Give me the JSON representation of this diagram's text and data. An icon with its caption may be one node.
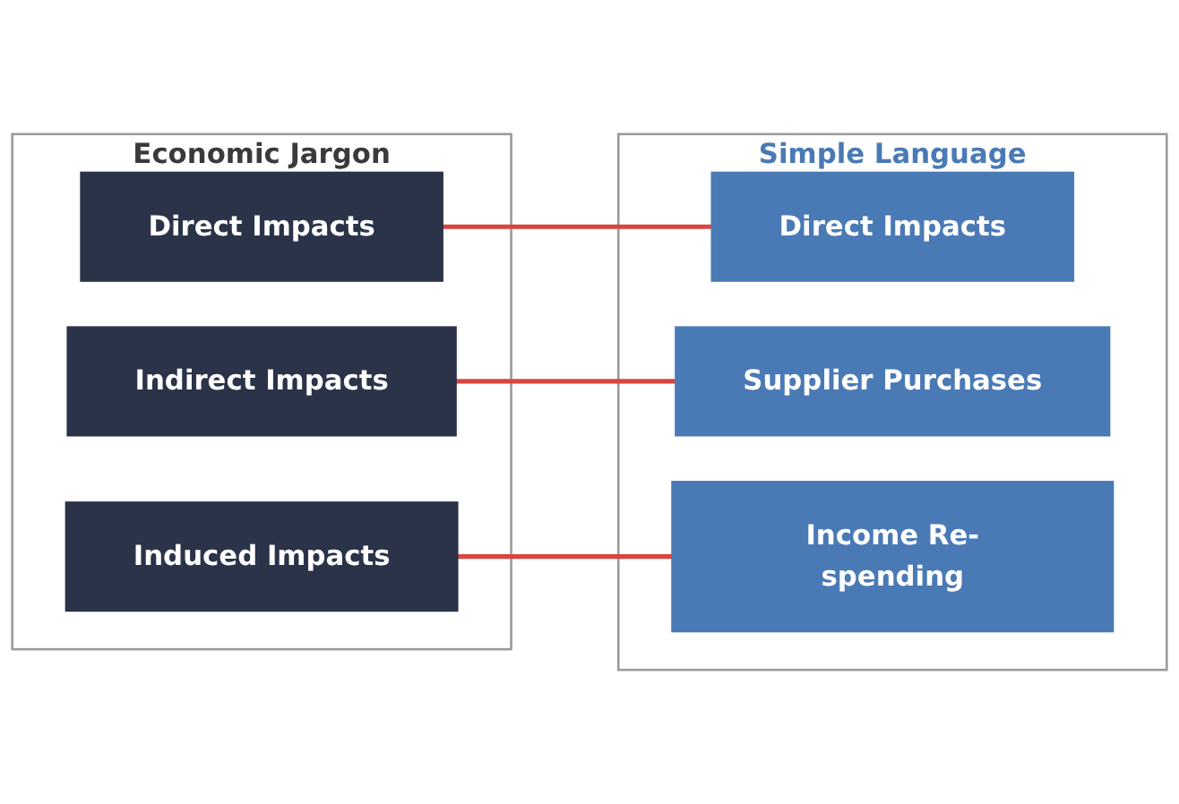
{
  "diagram": {
    "nodes": [
      {
        "text": [
          "Economic Jargon"
        ]
      },
      {
        "text": [
          "Direct Impacts"
        ],
        "in": 0
      },
      {
        "text": [
          "Indirect Impacts"
        ],
        "in": 0
      },
      {
        "text": [
          "Induced Impacts"
        ],
        "in": 0
      },
      {
        "text": [
          "Simple Language"
        ]
      },
      {
        "text": [
          "Direct Impacts"
        ],
        "in": 4
      },
      {
        "text": [
          "Supplier Purchases"
        ],
        "in": 4
      },
      {
        "text": [
          "Income Re-spending"
        ],
        "in": 4
      }
    ],
    "edges": [
      {
        "from": 1,
        "to": 5,
        "arrow": "none",
        "color": "#d9453f"
      },
      {
        "from": 2,
        "to": 6,
        "arrow": "none",
        "color": "#d9453f"
      },
      {
        "from": 3,
        "to": 7,
        "arrow": "none",
        "color": "#d9453f"
      }
    ]
  }
}
